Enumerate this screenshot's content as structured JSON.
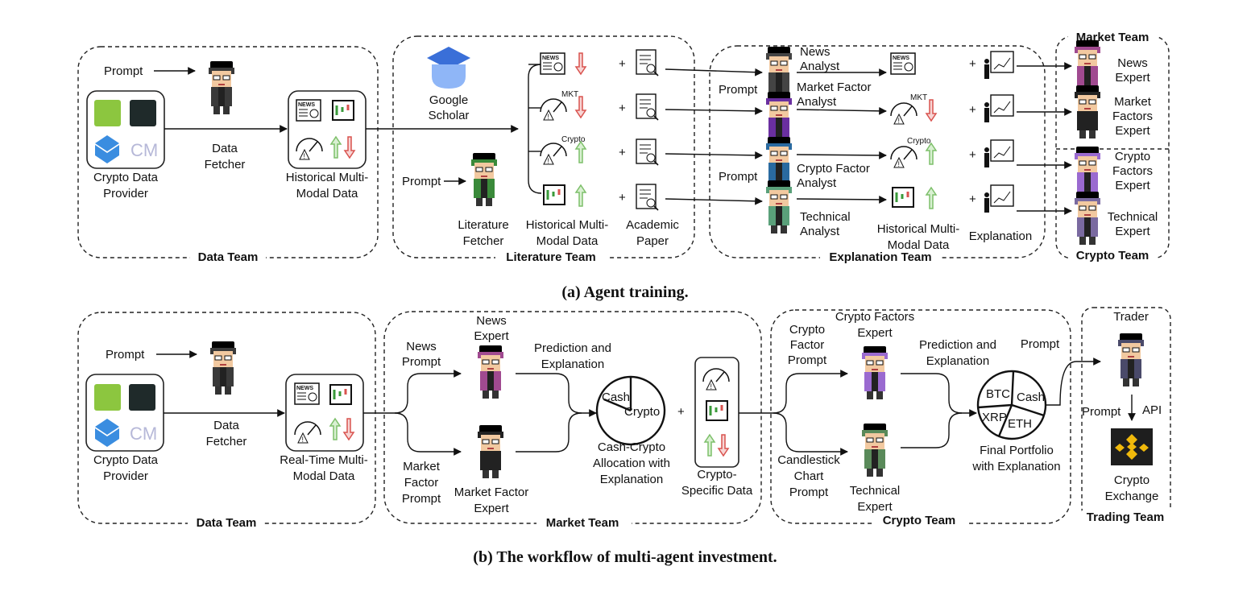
{
  "captions": {
    "a": "(a) Agent training.",
    "b": "(b) The workflow of multi-agent investment."
  },
  "teams": {
    "a_data": "Data Team",
    "a_literature": "Literature Team",
    "a_explanation": "Explanation Team",
    "a_market": "Market Team",
    "a_crypto": "Crypto Team",
    "b_data": "Data Team",
    "b_market": "Market Team",
    "b_crypto": "Crypto Team",
    "b_trading": "Trading Team"
  },
  "a": {
    "prompt1": "Prompt",
    "provider": [
      "Crypto Data",
      "Provider"
    ],
    "fetcher": [
      "Data",
      "Fetcher"
    ],
    "hist": [
      "Historical Multi-",
      "Modal Data"
    ],
    "scholar": [
      "Google",
      "Scholar"
    ],
    "prompt2": "Prompt",
    "lit_fetcher": [
      "Literature",
      "Fetcher"
    ],
    "hist2": [
      "Historical Multi-",
      "Modal Data"
    ],
    "paper": [
      "Academic",
      "Paper"
    ],
    "plus": "+",
    "mkt": "MKT",
    "crypto_tag": "Crypto",
    "news_icon_text": "NEWS",
    "prompt3": "Prompt",
    "prompt4": "Prompt",
    "news_analyst": [
      "News",
      "Analyst"
    ],
    "mf_analyst": [
      "Market Factor",
      "Analyst"
    ],
    "cf_analyst": [
      "Crypto Factor",
      "Analyst"
    ],
    "tech_analyst": [
      "Technical",
      "Analyst"
    ],
    "hist3": [
      "Historical Multi-",
      "Modal Data"
    ],
    "explanation": "Explanation",
    "news_expert": [
      "News",
      "Expert"
    ],
    "mf_expert": [
      "Market",
      "Factors",
      "Expert"
    ],
    "cf_expert": [
      "Crypto",
      "Factors",
      "Expert"
    ],
    "tech_expert": [
      "Technical",
      "Expert"
    ]
  },
  "b": {
    "prompt1": "Prompt",
    "provider": [
      "Crypto Data",
      "Provider"
    ],
    "fetcher": [
      "Data",
      "Fetcher"
    ],
    "realtime": [
      "Real-Time Multi-",
      "Modal Data"
    ],
    "news_prompt": [
      "News",
      "Prompt"
    ],
    "mf_prompt": [
      "Market",
      "Factor",
      "Prompt"
    ],
    "news_expert": [
      "News",
      "Expert"
    ],
    "mf_expert": "Market Factor",
    "mf_expert2": "Expert",
    "pred_expl": [
      "Prediction and",
      "Explanation"
    ],
    "pie1": [
      "Cash",
      "Crypto"
    ],
    "alloc": [
      "Cash-Crypto",
      "Allocation with",
      "Explanation"
    ],
    "plus": "+",
    "crypto_specific": [
      "Crypto-",
      "Specific Data"
    ],
    "cf_prompt": [
      "Crypto",
      "Factor",
      "Prompt"
    ],
    "candle_prompt": [
      "Candlestick",
      "Chart",
      "Prompt"
    ],
    "cf_expert": [
      "Crypto Factors",
      "Expert"
    ],
    "tech_expert": [
      "Technical",
      "Expert"
    ],
    "pred_expl2": [
      "Prediction and",
      "Explanation"
    ],
    "pie2": [
      "BTC",
      "Cash",
      "XRP",
      "ETH"
    ],
    "final": [
      "Final Portfolio",
      "with Explanation"
    ],
    "prompt_trader": "Prompt",
    "trader": "Trader",
    "prompt_api": "Prompt",
    "api": "API",
    "exchange": [
      "Crypto",
      "Exchange"
    ],
    "cm_logo": "CM"
  },
  "colors": {
    "up": "#7dbf6a",
    "down": "#d9534f",
    "scholar_blue": "#4c8bf5",
    "binance": "#f0b90b",
    "logo_green": "#8cc63f",
    "logo_blue": "#3a8de0",
    "cm_gray": "#b6b8d8"
  }
}
